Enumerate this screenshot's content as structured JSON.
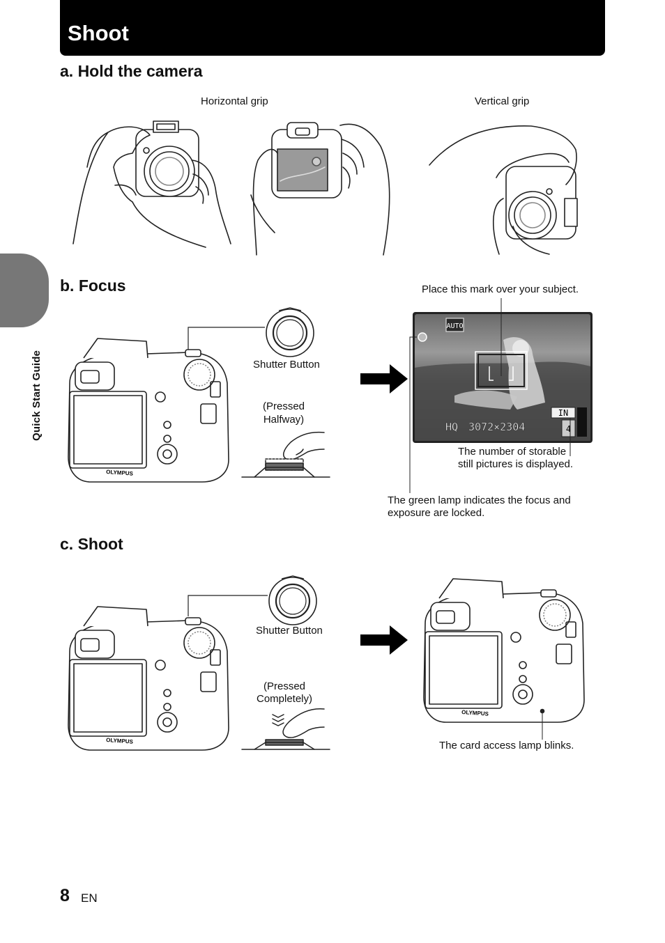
{
  "header": {
    "title": "Shoot"
  },
  "sidebar": {
    "label": "Quick Start Guide"
  },
  "sections": {
    "hold": {
      "heading": "a.  Hold the camera",
      "horizontal_label": "Horizontal grip",
      "vertical_label": "Vertical grip"
    },
    "focus": {
      "heading": "b.  Focus",
      "shutter_label": "Shutter Button",
      "pressed_label_1": "(Pressed",
      "pressed_label_2": "Halfway)",
      "mark_label": "Place this mark over your subject.",
      "storable_label_1": "The number of storable",
      "storable_label_2": "still pictures is displayed.",
      "lamp_label_1": "The green lamp indicates the focus and",
      "lamp_label_2": "exposure are locked.",
      "lcd": {
        "mode": "AUTO",
        "memory": "IN",
        "quality": "HQ",
        "resolution": "3072×2304",
        "count": "4"
      }
    },
    "shoot": {
      "heading": "c.  Shoot",
      "shutter_label": "Shutter Button",
      "pressed_label_1": "(Pressed",
      "pressed_label_2": "Completely)",
      "card_label": "The card access lamp blinks."
    }
  },
  "camera": {
    "brand": "OLYMPUS"
  },
  "footer": {
    "page_number": "8",
    "language": "EN"
  }
}
